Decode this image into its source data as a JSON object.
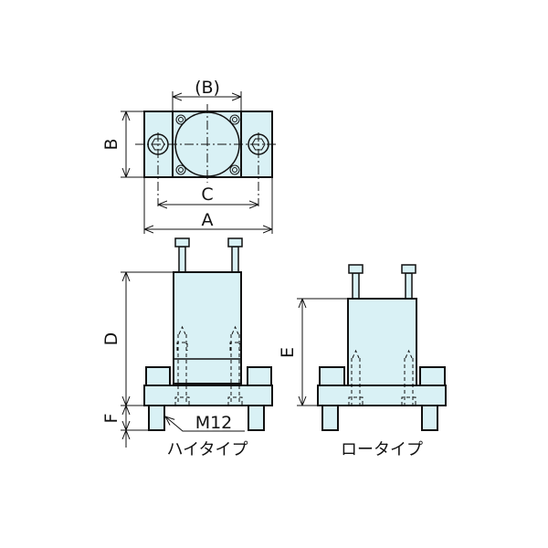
{
  "title": "Dimension drawing",
  "top_view": {
    "dim_b_paren": "(B)",
    "dim_b": "B",
    "dim_c": "C",
    "dim_a": "A"
  },
  "high_type": {
    "dim_d": "D",
    "dim_f": "F",
    "thread": "M12",
    "caption": "ハイタイプ"
  },
  "low_type": {
    "dim_e": "E",
    "caption": "ロータイプ"
  },
  "colors": {
    "fill": "#d9f1f5",
    "line": "#111111"
  }
}
